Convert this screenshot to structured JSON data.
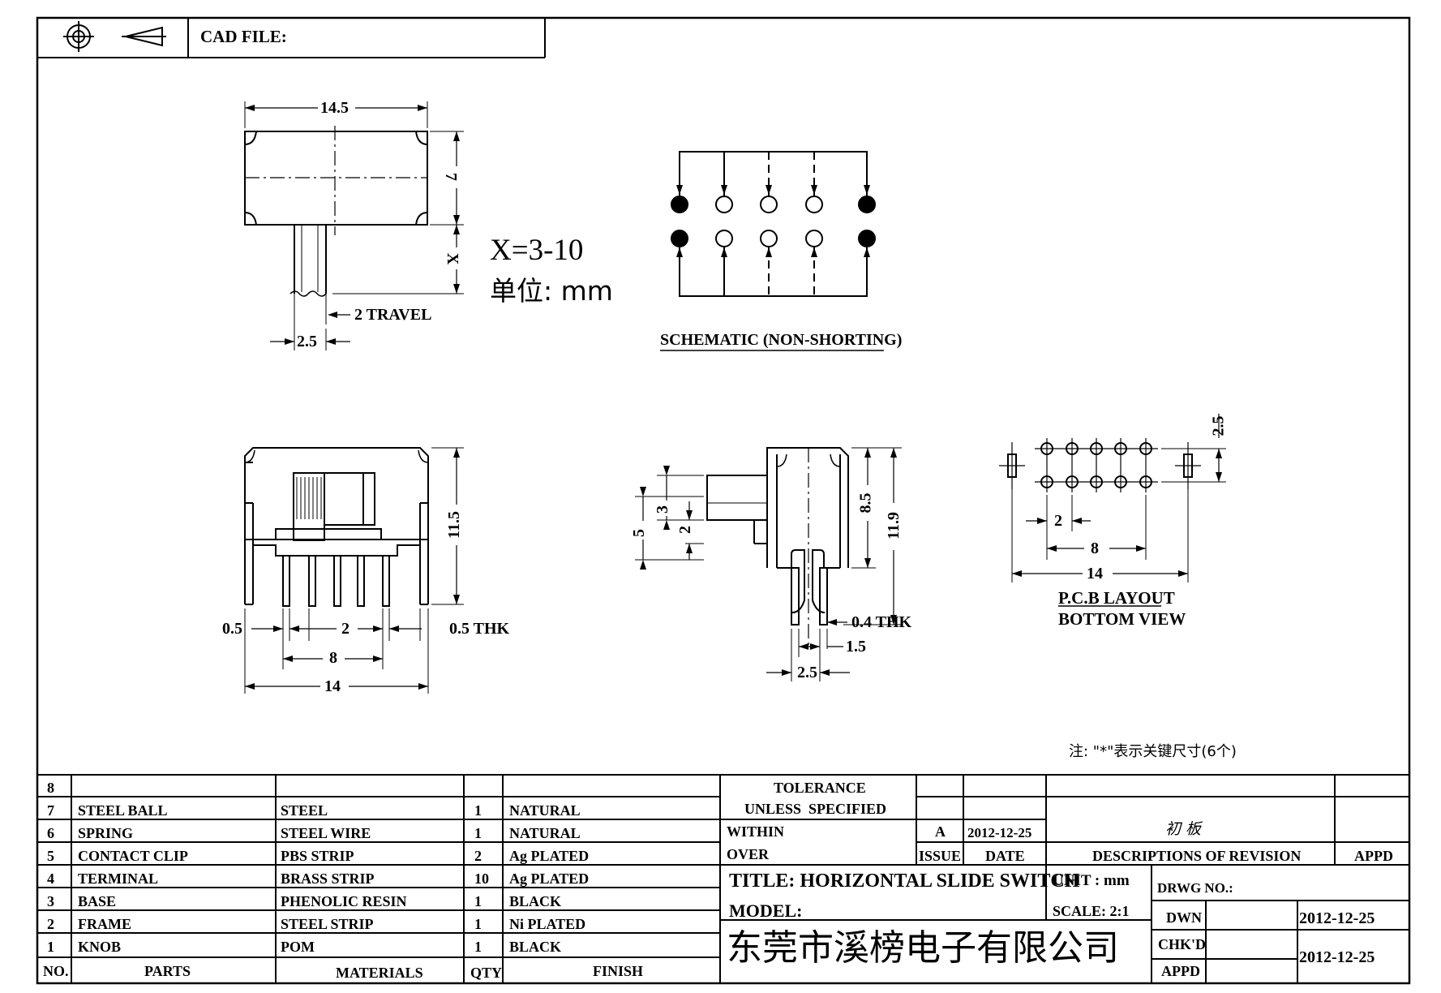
{
  "header": {
    "cad_file_label": "CAD FILE:",
    "projection_symbol": "third-angle-projection-icon"
  },
  "views": {
    "top": {
      "dim_width": "14.5",
      "dim_height": "7",
      "dim_x": "X",
      "dim_travel": "2 TRAVEL",
      "dim_knob": "2.5",
      "x_range": "X=3-10",
      "unit_note": "单位: mm"
    },
    "schematic": {
      "title": "SCHEMATIC (NON-SHORTING)"
    },
    "front": {
      "dim_height": "11.5",
      "dim_pin_thk_left": "0.5",
      "dim_pitch": "2",
      "dim_pin_thk_right": "0.5 THK",
      "dim_span": "8",
      "dim_width": "14"
    },
    "side": {
      "dim_5": "5",
      "dim_3": "3",
      "dim_2": "2",
      "dim_85": "8.5",
      "dim_119": "11.9",
      "dim_thk": "0.4 THK",
      "dim_15": "1.5",
      "dim_25": "2.5"
    },
    "pcb": {
      "dim_row": "2.5",
      "dim_pitch": "2",
      "dim_span": "8",
      "dim_width": "14",
      "title": "P.C.B LAYOUT",
      "subtitle": "BOTTOM VIEW"
    },
    "note": "注: \"*\"表示关键尺寸(6个)"
  },
  "parts_table": {
    "headers": {
      "no": "NO.",
      "parts": "PARTS",
      "materials": "MATERIALS",
      "qty": "QTY",
      "finish": "FINISH"
    },
    "rows": [
      {
        "no": "8",
        "part": "",
        "material": "",
        "qty": "",
        "finish": ""
      },
      {
        "no": "7",
        "part": "STEEL BALL",
        "material": "STEEL",
        "qty": "1",
        "finish": "NATURAL"
      },
      {
        "no": "6",
        "part": "SPRING",
        "material": "STEEL WIRE",
        "qty": "1",
        "finish": "NATURAL"
      },
      {
        "no": "5",
        "part": "CONTACT CLIP",
        "material": "PBS STRIP",
        "qty": "2",
        "finish": "Ag PLATED"
      },
      {
        "no": "4",
        "part": "TERMINAL",
        "material": "BRASS STRIP",
        "qty": "10",
        "finish": "Ag PLATED"
      },
      {
        "no": "3",
        "part": "BASE",
        "material": "PHENOLIC RESIN",
        "qty": "1",
        "finish": "BLACK"
      },
      {
        "no": "2",
        "part": "FRAME",
        "material": "STEEL STRIP",
        "qty": "1",
        "finish": "Ni PLATED"
      },
      {
        "no": "1",
        "part": "KNOB",
        "material": "POM",
        "qty": "1",
        "finish": "BLACK"
      }
    ]
  },
  "title_block": {
    "tolerance_1": "TOLERANCE",
    "tolerance_2": "UNLESS  SPECIFIED",
    "within": "WITHIN",
    "over": "OVER",
    "issue_value": "A",
    "issue_date": "2012-12-25",
    "revision_desc": "初 板",
    "issue_label": "ISSUE",
    "date_label": "DATE",
    "desc_label": "DESCRIPTIONS OF REVISION",
    "appd_label": "APPD",
    "title": "TITLE: HORIZONTAL SLIDE SWITCH",
    "unit": "UNIT : mm",
    "drwg_no": "DRWG NO.:",
    "model": "MODEL:",
    "scale": "SCALE: 2:1",
    "dwn_label": "DWN",
    "dwn_date": "2012-12-25",
    "company": "东莞市溪榜电子有限公司",
    "chkd_label": "CHK'D",
    "appd_label2": "APPD",
    "chk_date": "2012-12-25"
  }
}
